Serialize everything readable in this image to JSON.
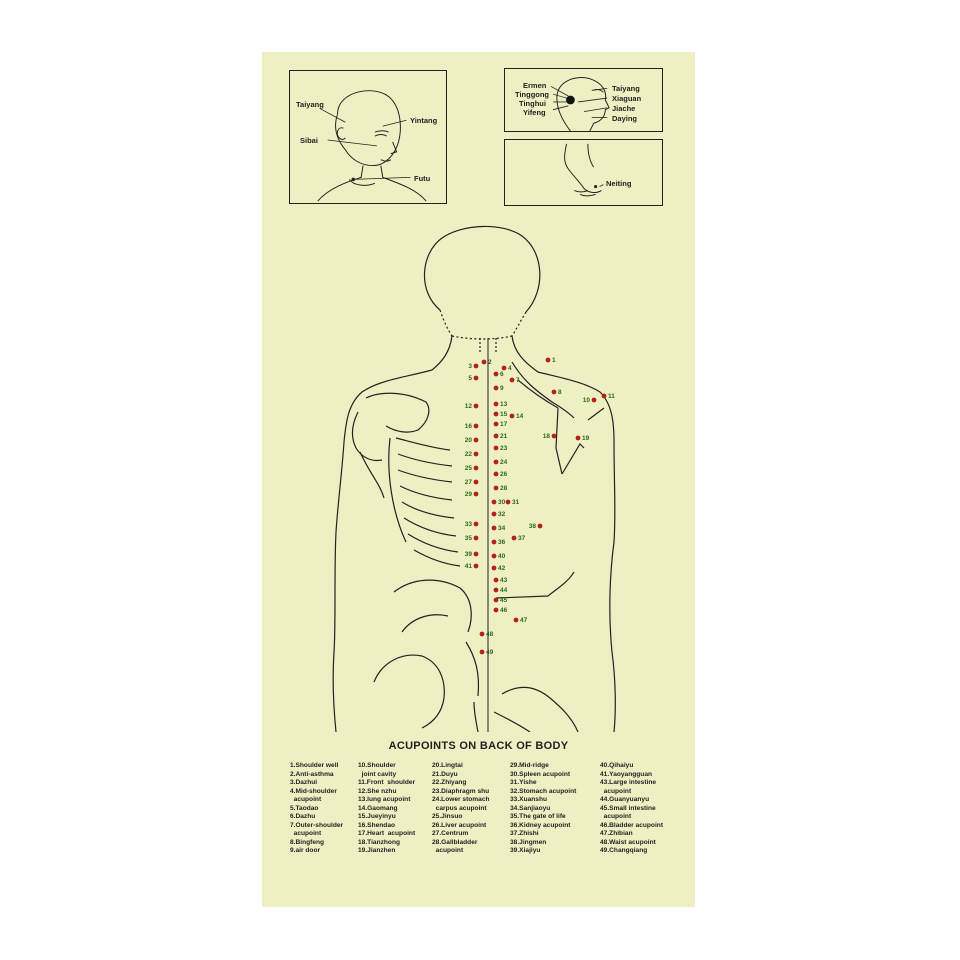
{
  "insets": {
    "head_front": {
      "labels": [
        "Taiyang",
        "Yintang",
        "Sibai",
        "Futu"
      ]
    },
    "head_side": {
      "left_labels": [
        "Ermen",
        "Tinggong",
        "Tinghui",
        "Yifeng"
      ],
      "right_labels": [
        "Taiyang",
        "Xiaguan",
        "Jiache",
        "Daying"
      ]
    },
    "foot": {
      "labels": [
        "Neiting"
      ]
    }
  },
  "title": "ACUPOINTS  ON BACK OF  BODY",
  "legend": {
    "columns": [
      [
        "1.Shoulder well",
        "2.Anti-asthma",
        "3.Dazhui",
        "4.Mid-shoulder",
        "  acupoint",
        "5.Taodao",
        "6.Dazhu",
        "7.Outer-shoulder",
        "  acupoint",
        "8.Bingfeng",
        "9.air door"
      ],
      [
        "10.Shoulder",
        "  joint cavity",
        "11.Front  shoulder",
        "12.She nzhu",
        "13.lung acupoint",
        "14.Gaomang",
        "15.Jueyinyu",
        "16.Shendao",
        "17.Heart  acupoint",
        "18.Tianzhong",
        "19.Jianzhen"
      ],
      [
        "20.Lingtai",
        "21.Duyu",
        "22.Zhiyang",
        "23.Diaphragm shu",
        "24.Lower stomach",
        "  carpus acupoint",
        "25.Jinsuo",
        "26.Liver acupoint",
        "27.Centrum",
        "28.Gallbladder",
        "  acupoint"
      ],
      [
        "29.Mid-ridge",
        "30.Spleen acupoint",
        "31.Yishe",
        "32.Stomach acupoint",
        "33.Xuanshu",
        "34.Sanjiaoyu",
        "35.The gate of life",
        "36.Kidney acupoint",
        "37.Zhishi",
        "38.Jingmen",
        "39.Xiajiyu"
      ],
      [
        "40.Qihaiyu",
        "41.Yaoyangguan",
        "43.Large intestine",
        "  acupoint",
        "44.Guanyuanyu",
        "45.Small intestine",
        "  acupoint",
        "46.Bladder acupoint",
        "47.Zhibian",
        "48.Waist acupoint",
        "49.Changqiang"
      ]
    ]
  },
  "points": {
    "color": "#b3221a",
    "label_color": "#2a6a1a",
    "labels": [
      "1",
      "2",
      "3",
      "4",
      "5",
      "6",
      "7",
      "8",
      "9",
      "10",
      "11",
      "12",
      "13",
      "14",
      "15",
      "16",
      "17",
      "18",
      "19",
      "20",
      "21",
      "22",
      "23",
      "24",
      "25",
      "26",
      "27",
      "28",
      "29",
      "30",
      "31",
      "32",
      "33",
      "34",
      "35",
      "36",
      "37",
      "38",
      "39",
      "40",
      "41",
      "42",
      "43",
      "44",
      "45",
      "46",
      "47",
      "48",
      "49"
    ]
  }
}
